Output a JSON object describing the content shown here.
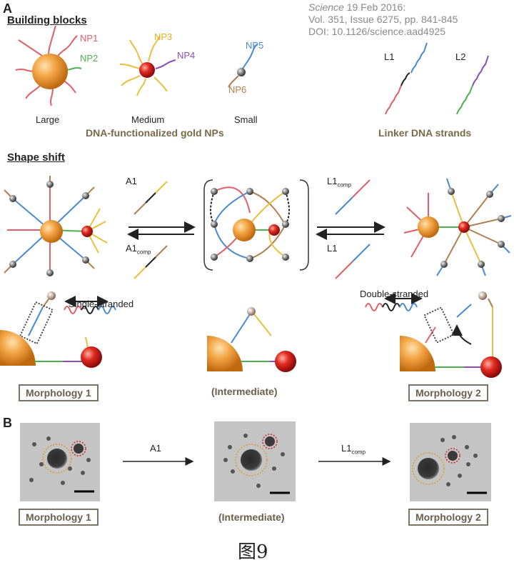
{
  "panel_a": {
    "letter": "A",
    "building_blocks_title": "Building blocks",
    "citation": {
      "journal": "Science",
      "date": "19 Feb 2016:",
      "volume": "Vol. 351, Issue 6275, pp. 841-845",
      "doi": "DOI: 10.1126/science.aad4925"
    },
    "np_labels": {
      "np1": "NP1",
      "np2": "NP2",
      "np3": "NP3",
      "np4": "NP4",
      "np5": "NP5",
      "np6": "NP6"
    },
    "size_labels": {
      "large": "Large",
      "medium": "Medium",
      "small": "Small"
    },
    "linker_labels": {
      "l1": "L1",
      "l2": "L2"
    },
    "caption_nps": "DNA-functionalized gold NPs",
    "caption_linkers": "Linker DNA strands",
    "shape_shift_title": "Shape shift",
    "arrow_labels": {
      "a1": "A1",
      "a1comp_base": "A1",
      "a1comp_sub": "comp",
      "l1comp_base": "L1",
      "l1comp_sub": "comp",
      "l1": "L1"
    },
    "single_stranded": "Single-stranded",
    "double_stranded": "Double-stranded",
    "morphology1": "Morphology 1",
    "intermediate": "(Intermediate)",
    "morphology2": "Morphology 2"
  },
  "panel_b": {
    "letter": "B",
    "arrow1_label": "A1",
    "arrow2_base": "L1",
    "arrow2_sub": "comp",
    "morphology1": "Morphology 1",
    "intermediate": "(Intermediate)",
    "morphology2": "Morphology 2"
  },
  "figure_caption": "图9",
  "colors": {
    "gold": "#f0a040",
    "red_np": "#d82020",
    "np1": "#e0606a",
    "np2": "#50b050",
    "np3": "#e8c040",
    "np4": "#8a50b0",
    "np5": "#4a8ad0",
    "np6": "#b08050",
    "caption_brown": "#7a6848"
  }
}
